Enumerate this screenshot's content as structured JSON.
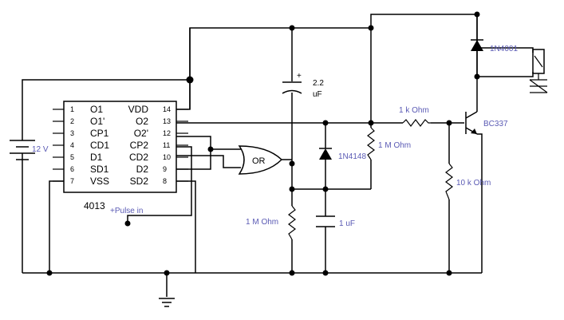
{
  "chip": {
    "part": "4013",
    "pins_left": [
      {
        "num": "1",
        "name": "O1"
      },
      {
        "num": "2",
        "name": "O1'"
      },
      {
        "num": "3",
        "name": "CP1"
      },
      {
        "num": "4",
        "name": "CD1"
      },
      {
        "num": "5",
        "name": "D1"
      },
      {
        "num": "6",
        "name": "SD1"
      },
      {
        "num": "7",
        "name": "VSS"
      }
    ],
    "pins_right": [
      {
        "num": "14",
        "name": "VDD"
      },
      {
        "num": "13",
        "name": "O2"
      },
      {
        "num": "12",
        "name": "O2'"
      },
      {
        "num": "11",
        "name": "CP2"
      },
      {
        "num": "10",
        "name": "CD2"
      },
      {
        "num": "9",
        "name": "D2"
      },
      {
        "num": "8",
        "name": "SD2"
      }
    ]
  },
  "gate": {
    "label": "OR"
  },
  "labels": {
    "battery": "12 V",
    "pulse_in": "+Pulse in",
    "cap_top_value": "2.2",
    "cap_top_unit": "uF",
    "cap_plus": "+",
    "diode_small": "1N4148",
    "diode_relay": "1N4001",
    "res_base": "1 k Ohm",
    "res_pulldown": "10 k Ohm",
    "res_mid": "1 M Ohm",
    "res_bottom": "1 M Ohm",
    "cap_bottom": "1 uF",
    "transistor": "BC337"
  },
  "colors": {
    "wire": "#000000",
    "label": "#5a5ab4",
    "background": "#ffffff"
  }
}
